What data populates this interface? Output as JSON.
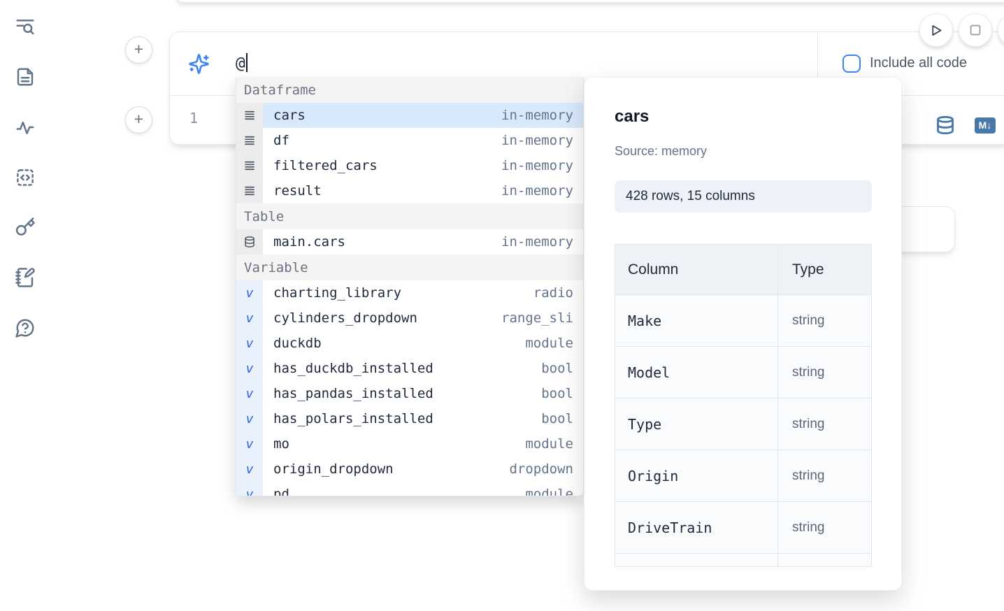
{
  "sidebar": {
    "items": [
      {
        "icon": "toc-search-icon"
      },
      {
        "icon": "document-icon"
      },
      {
        "icon": "activity-icon"
      },
      {
        "icon": "snippets-code-icon"
      },
      {
        "icon": "secrets-key-icon"
      },
      {
        "icon": "scratchpad-notebook-icon"
      },
      {
        "icon": "help-chat-icon"
      }
    ]
  },
  "toolbar": {
    "run_button": "run",
    "stop_button": "stop"
  },
  "cell": {
    "prompt_value": "@",
    "include_all_code_label": "Include all code",
    "line_number": "1",
    "icons": [
      "database-icon",
      "markdown-icon"
    ],
    "markdown_badge_text": "M↓"
  },
  "autocomplete": {
    "sections": [
      {
        "label": "Dataframe",
        "icon": "dataframe-menu-icon",
        "gutter": "gray",
        "items": [
          {
            "name": "cars",
            "type": "in-memory",
            "selected": true
          },
          {
            "name": "df",
            "type": "in-memory"
          },
          {
            "name": "filtered_cars",
            "type": "in-memory"
          },
          {
            "name": "result",
            "type": "in-memory"
          }
        ]
      },
      {
        "label": "Table",
        "icon": "table-database-icon",
        "gutter": "gray",
        "items": [
          {
            "name": "main.cars",
            "type": "in-memory"
          }
        ]
      },
      {
        "label": "Variable",
        "icon": "variable-v-icon",
        "gutter": "blue",
        "items": [
          {
            "name": "charting_library",
            "type": "radio"
          },
          {
            "name": "cylinders_dropdown",
            "type": "range_sli"
          },
          {
            "name": "duckdb",
            "type": "module"
          },
          {
            "name": "has_duckdb_installed",
            "type": "bool"
          },
          {
            "name": "has_pandas_installed",
            "type": "bool"
          },
          {
            "name": "has_polars_installed",
            "type": "bool"
          },
          {
            "name": "mo",
            "type": "module"
          },
          {
            "name": "origin_dropdown",
            "type": "dropdown"
          },
          {
            "name": "pd",
            "type": "module"
          }
        ]
      }
    ]
  },
  "popup": {
    "title": "cars",
    "source": "Source: memory",
    "shape_badge": "428 rows, 15 columns",
    "table": {
      "headers": [
        "Column",
        "Type"
      ],
      "rows": [
        {
          "column": "Make",
          "type": "string"
        },
        {
          "column": "Model",
          "type": "string"
        },
        {
          "column": "Type",
          "type": "string"
        },
        {
          "column": "Origin",
          "type": "string"
        },
        {
          "column": "DriveTrain",
          "type": "string"
        }
      ]
    }
  },
  "ai_button": {
    "label": "AI"
  },
  "colors": {
    "accent_blue": "#3b82f6",
    "steel_blue": "#4878a8",
    "selection_bg": "#d8e9fb",
    "section_header_bg": "#f4f4f5",
    "badge_bg": "#eef1f7",
    "sidebar_icon": "#64748b"
  }
}
